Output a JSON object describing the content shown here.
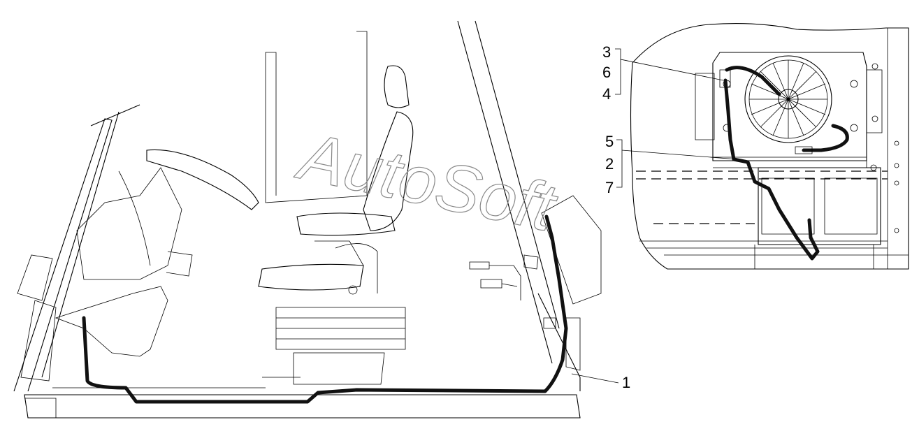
{
  "watermark": "AutoSoft",
  "callouts": {
    "c1": "1",
    "c3": "3",
    "c6": "6",
    "c4": "4",
    "c5": "5",
    "c2": "2",
    "c7": "7"
  }
}
